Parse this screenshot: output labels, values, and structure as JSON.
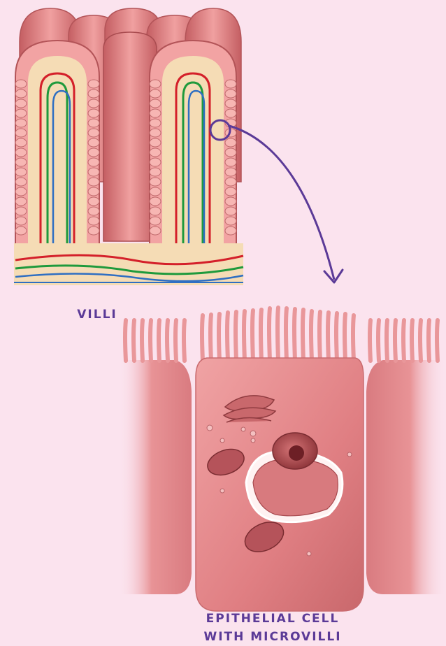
{
  "labels": {
    "villi": "VILLI",
    "cell_line1": "EPITHELIAL CELL",
    "cell_line2": "WITH MICROVILLI"
  },
  "colors": {
    "background": "#fbe3ee",
    "tissue": "#e07e80",
    "tissue_dark": "#b85456",
    "cell_row": "#f2a3a3",
    "lamina": "#f5dcb5",
    "artery": "#d4202a",
    "vein": "#2f6fc2",
    "lacteal": "#1f9a3c",
    "arrow": "#5b3a97",
    "cell_body": "#e8868a",
    "organelle": "#b5535a"
  }
}
